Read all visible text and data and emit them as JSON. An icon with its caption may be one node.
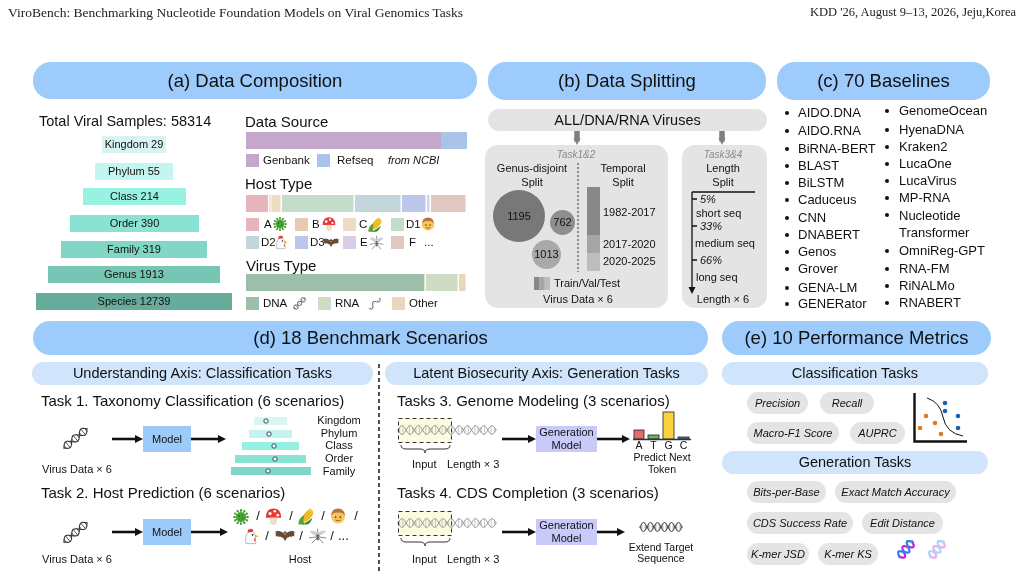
{
  "diagram": {
    "nodes": [
      {
        "text": [
          "(a) Data Composition"
        ]
      },
      {
        "text": [
          "Kingdom 29"
        ]
      },
      {
        "text": [
          "Phylum 55"
        ]
      },
      {
        "text": [
          "Class 214"
        ]
      },
      {
        "text": [
          "Order 390"
        ]
      },
      {
        "text": [
          "Family 319"
        ]
      },
      {
        "text": [
          "Genus 1913"
        ]
      },
      {
        "text": [
          "Species 12739"
        ]
      },
      {
        "text": [
          "(b) Data Splitting"
        ]
      },
      {
        "text": [
          "ALL/DNA/RNA Viruses"
        ]
      },
      {
        "text": [
          "Task1&2",
          "Genus-disjoint Split",
          "Temporal Split",
          "1982-2017",
          "2017-2020",
          "2020-2025",
          "Train/Val/Test",
          "Virus Data × 6"
        ]
      },
      {
        "text": [
          "1195"
        ],
        "in": 10
      },
      {
        "text": [
          "762"
        ],
        "in": 10
      },
      {
        "text": [
          "1013"
        ],
        "in": 10
      },
      {
        "text": [
          "Task3&4",
          "Length Split",
          "5%",
          "short seq",
          "33%",
          "medium seq",
          "66%",
          "long seq",
          "Length × 6"
        ]
      },
      {
        "text": [
          "(c) 70 Baselines"
        ]
      },
      {
        "text": [
          "(d) 18 Benchmark Scenarios"
        ]
      },
      {
        "text": [
          "Understanding Axis: Classification Tasks"
        ]
      },
      {
        "text": [
          "Latent Biosecurity Axis: Generation Tasks"
        ]
      },
      {
        "text": [
          "Virus Data × 6"
        ]
      },
      {
        "text": [
          "Model"
        ]
      },
      {
        "text": [
          "Kingdom",
          "Phylum",
          "Class",
          "Order",
          "Family"
        ]
      },
      {
        "text": [
          "Virus Data × 6"
        ]
      },
      {
        "text": [
          "Model"
        ]
      },
      {
        "text": [
          "/",
          "/",
          "/",
          "/",
          "/",
          "/",
          "/",
          "...",
          "Host"
        ]
      },
      {
        "text": [
          "Input",
          "Length × 3"
        ]
      },
      {
        "text": [
          "Generation Model"
        ]
      },
      {
        "text": [
          "A",
          "T",
          "G",
          "C",
          "Predict Next Token"
        ]
      },
      {
        "text": [
          "Input",
          "Length × 3"
        ]
      },
      {
        "text": [
          "Generation Model"
        ]
      },
      {
        "text": [
          "Extend Target Sequence"
        ]
      },
      {
        "text": [
          "(e) 10 Performance Metrics"
        ]
      },
      {
        "text": [
          "Classification Tasks"
        ]
      },
      {
        "text": [
          "Precision"
        ]
      },
      {
        "text": [
          "Recall"
        ]
      },
      {
        "text": [
          "Macro-F1 Score"
        ]
      },
      {
        "text": [
          "AUPRC"
        ]
      },
      {
        "text": [
          "Generation Tasks"
        ]
      },
      {
        "text": [
          "Bits-per-Base"
        ]
      },
      {
        "text": [
          "Exact Match Accuracy"
        ]
      },
      {
        "text": [
          "CDS Success Rate"
        ]
      },
      {
        "text": [
          "Edit Distance"
        ]
      },
      {
        "text": [
          "K-mer JSD"
        ]
      },
      {
        "text": [
          "K-mer KS"
        ]
      }
    ],
    "edges": [
      {
        "from": 9,
        "to": 10,
        "arrow": "to",
        "style": "thick",
        "color": "#7f7f7f"
      },
      {
        "from": 9,
        "to": 14,
        "arrow": "to",
        "style": "thick",
        "color": "#7f7f7f"
      },
      {
        "from": 19,
        "to": 20,
        "arrow": "to"
      },
      {
        "from": 20,
        "to": 21,
        "arrow": "to"
      },
      {
        "from": 22,
        "to": 23,
        "arrow": "to"
      },
      {
        "from": 23,
        "to": 24,
        "arrow": "to"
      },
      {
        "from": 25,
        "to": 26,
        "arrow": "to"
      },
      {
        "from": 26,
        "to": 27,
        "arrow": "to"
      },
      {
        "from": 28,
        "to": 29,
        "arrow": "to"
      },
      {
        "from": 29,
        "to": 30,
        "arrow": "to"
      }
    ],
    "labels": [
      "ViroBench: Benchmarking Nucleotide Foundation Models on Viral Genomics Tasks",
      "KDD '26, August 9–13, 2026, Jeju,Korea",
      "Total Viral Samples: 58314",
      "Data Source",
      "from NCBI",
      "Host Type",
      "...",
      "Virus Type",
      "AIDO.DNA",
      "AIDO.RNA",
      "BiRNA-BERT",
      "BLAST",
      "BiLSTM",
      "Caduceus",
      "CNN",
      "DNABERT",
      "Genos",
      "Grover",
      "GENA-LM",
      "GENERator",
      "GenomeOcean",
      "HyenaDNA",
      "Kraken2",
      "LucaOne",
      "LucaVirus",
      "MP-RNA",
      "Nucleotide Transformer",
      "OmniReg-GPT",
      "RNA-FM",
      "RiNALMo",
      "RNABERT",
      "Task 1. Taxonomy Classification (6 scenarios)",
      "Task 2. Host Prediction (6 scenarios)",
      "Tasks 3. Genome Modeling (3 scenarios)",
      "Tasks 4. CDS Completion (3 scenarios)"
    ],
    "legend": [
      {
        "text": "Genbank",
        "color": "#c4a8cc"
      },
      {
        "text": "Refseq",
        "color": "#a9c4e8"
      },
      {
        "text": "A",
        "color": "#e8b4bb"
      },
      {
        "text": "B",
        "color": "#e9c9b0"
      },
      {
        "text": "C",
        "color": "#ecdcc4"
      },
      {
        "text": "D1",
        "color": "#c3dccb"
      },
      {
        "text": "D2",
        "color": "#c2d6dc"
      },
      {
        "text": "D3",
        "color": "#bcc5ea"
      },
      {
        "text": "E",
        "color": "#dbcde8"
      },
      {
        "text": "F",
        "color": "#dfc9bf"
      },
      {
        "text": "DNA",
        "color": "#9cbfa9"
      },
      {
        "text": "RNA",
        "color": "#cfdcc3"
      },
      {
        "text": "Other",
        "color": "#ecd6bb"
      }
    ]
  }
}
